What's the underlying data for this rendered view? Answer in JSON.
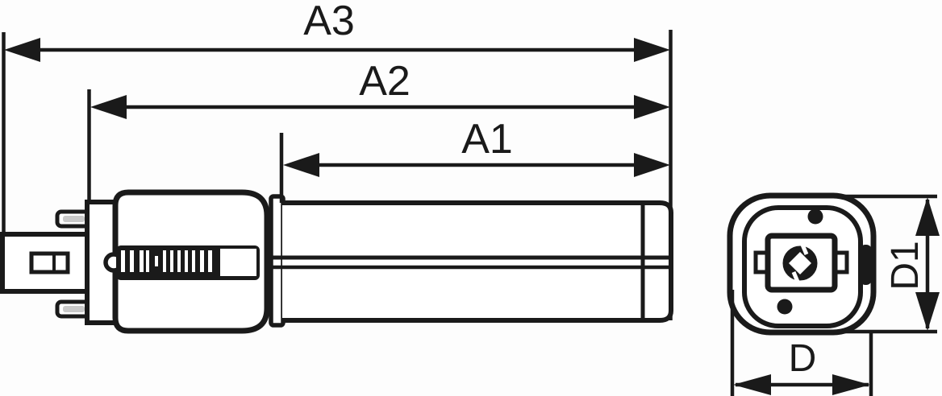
{
  "diagram": {
    "description": "Technical dimension drawing of a 2-pin plug-in lamp: side view with length dimensions and end view of the base with diameter dimensions"
  },
  "labels": {
    "a3": "A3",
    "a2": "A2",
    "a1": "A1",
    "d1": "D1",
    "d": "D"
  },
  "colors": {
    "ink": "#1a1a1a",
    "background": "#fdfdfd",
    "white": "#ffffff",
    "pin_highlight": "#c9c9c9"
  }
}
